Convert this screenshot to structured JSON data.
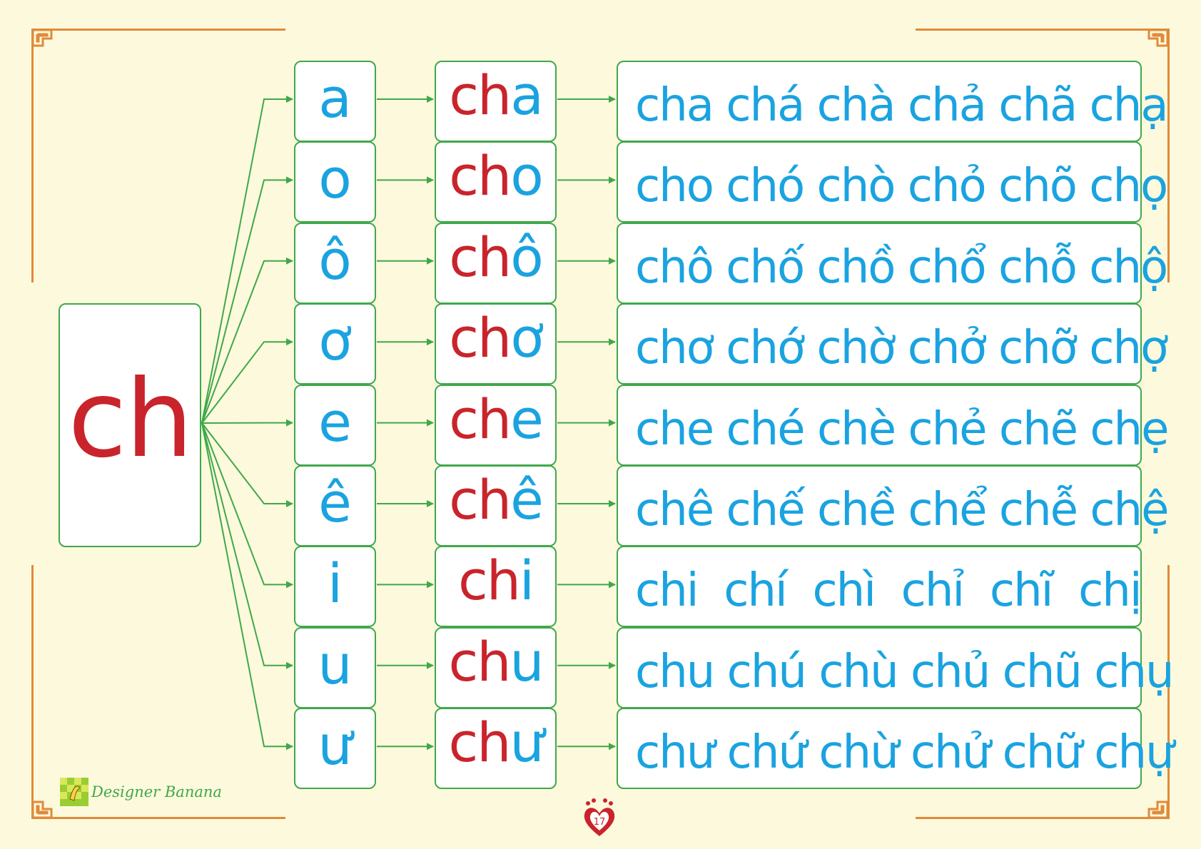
{
  "colors": {
    "background": "#fdf9dc",
    "frame": "#e08a3a",
    "box_border": "#3fa84a",
    "consonant_red": "#c9242c",
    "vowel_blue": "#1aa3e0",
    "arrow_green": "#3fa84a"
  },
  "main_consonant": "ch",
  "rows": [
    {
      "vowel": "a",
      "syllable": {
        "consonant": "ch",
        "vowel": "a"
      },
      "tones": "cha chá chà chả chã chạ"
    },
    {
      "vowel": "o",
      "syllable": {
        "consonant": "ch",
        "vowel": "o"
      },
      "tones": "cho chó chò chỏ chõ chọ"
    },
    {
      "vowel": "ô",
      "syllable": {
        "consonant": "ch",
        "vowel": "ô"
      },
      "tones": "chô chố chồ chổ chỗ chộ"
    },
    {
      "vowel": "ơ",
      "syllable": {
        "consonant": "ch",
        "vowel": "ơ"
      },
      "tones": "chơ chớ chờ chở chỡ chợ"
    },
    {
      "vowel": "e",
      "syllable": {
        "consonant": "ch",
        "vowel": "e"
      },
      "tones": "che ché chè chẻ chẽ chẹ"
    },
    {
      "vowel": "ê",
      "syllable": {
        "consonant": "ch",
        "vowel": "ê"
      },
      "tones": "chê chế chề chể chễ chệ"
    },
    {
      "vowel": "i",
      "syllable": {
        "consonant": "ch",
        "vowel": "i"
      },
      "tones": "chi  chí  chì  chỉ  chĩ  chị"
    },
    {
      "vowel": "u",
      "syllable": {
        "consonant": "ch",
        "vowel": "u"
      },
      "tones": "chu chú chù chủ chũ chụ"
    },
    {
      "vowel": "ư",
      "syllable": {
        "consonant": "ch",
        "vowel": "ư"
      },
      "tones": "chư chứ chừ chử chữ chự"
    }
  ],
  "branding": {
    "name": "Designer Banana",
    "logo_icon": "banana-character-icon"
  },
  "page_number": "17",
  "page_badge_icon": "footprint-heart-icon"
}
